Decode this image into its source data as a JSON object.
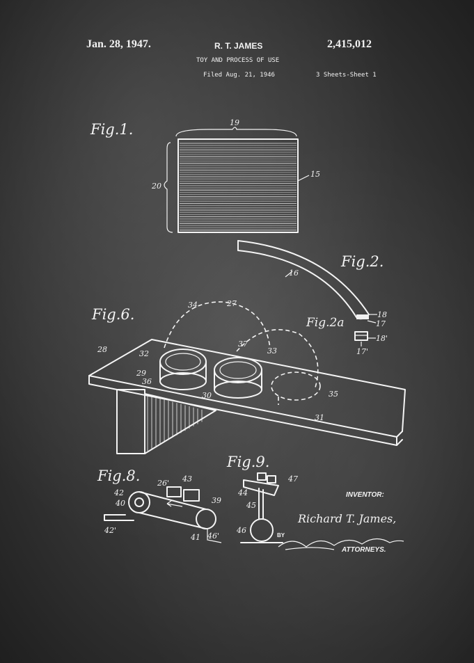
{
  "header": {
    "date": "Jan. 28, 1947.",
    "inventor_short": "R. T. JAMES",
    "patent_number": "2,415,012",
    "title": "TOY AND PROCESS OF USE",
    "filed": "Filed Aug. 21, 1946",
    "sheets": "3 Sheets-Sheet 1"
  },
  "figures": {
    "fig1": "Fig.1.",
    "fig2": "Fig.2.",
    "fig2a": "Fig.2a",
    "fig6": "Fig.6.",
    "fig8": "Fig.8.",
    "fig9": "Fig.9."
  },
  "refs": {
    "r19": "19",
    "r20": "20",
    "r15": "15",
    "r16": "16",
    "r18": "18",
    "r17": "17",
    "r18p": "18'",
    "r17p": "17'",
    "r34": "34",
    "r27": "27",
    "r28": "28",
    "r32": "32",
    "r37": "37",
    "r33": "33",
    "r29": "29",
    "r36": "36",
    "r30": "30",
    "r35": "35",
    "r31": "31",
    "r42": "42",
    "r26p": "26'",
    "r43": "43",
    "r40": "40",
    "r39": "39",
    "r42p": "42'",
    "r41": "41",
    "r46p": "46'",
    "r44": "44",
    "r47": "47",
    "r45": "45",
    "r46": "46"
  },
  "signature": {
    "inventor_label": "INVENTOR:",
    "inventor_name": "Richard T. James,",
    "by": "BY",
    "attorneys": "ATTORNEYS."
  }
}
